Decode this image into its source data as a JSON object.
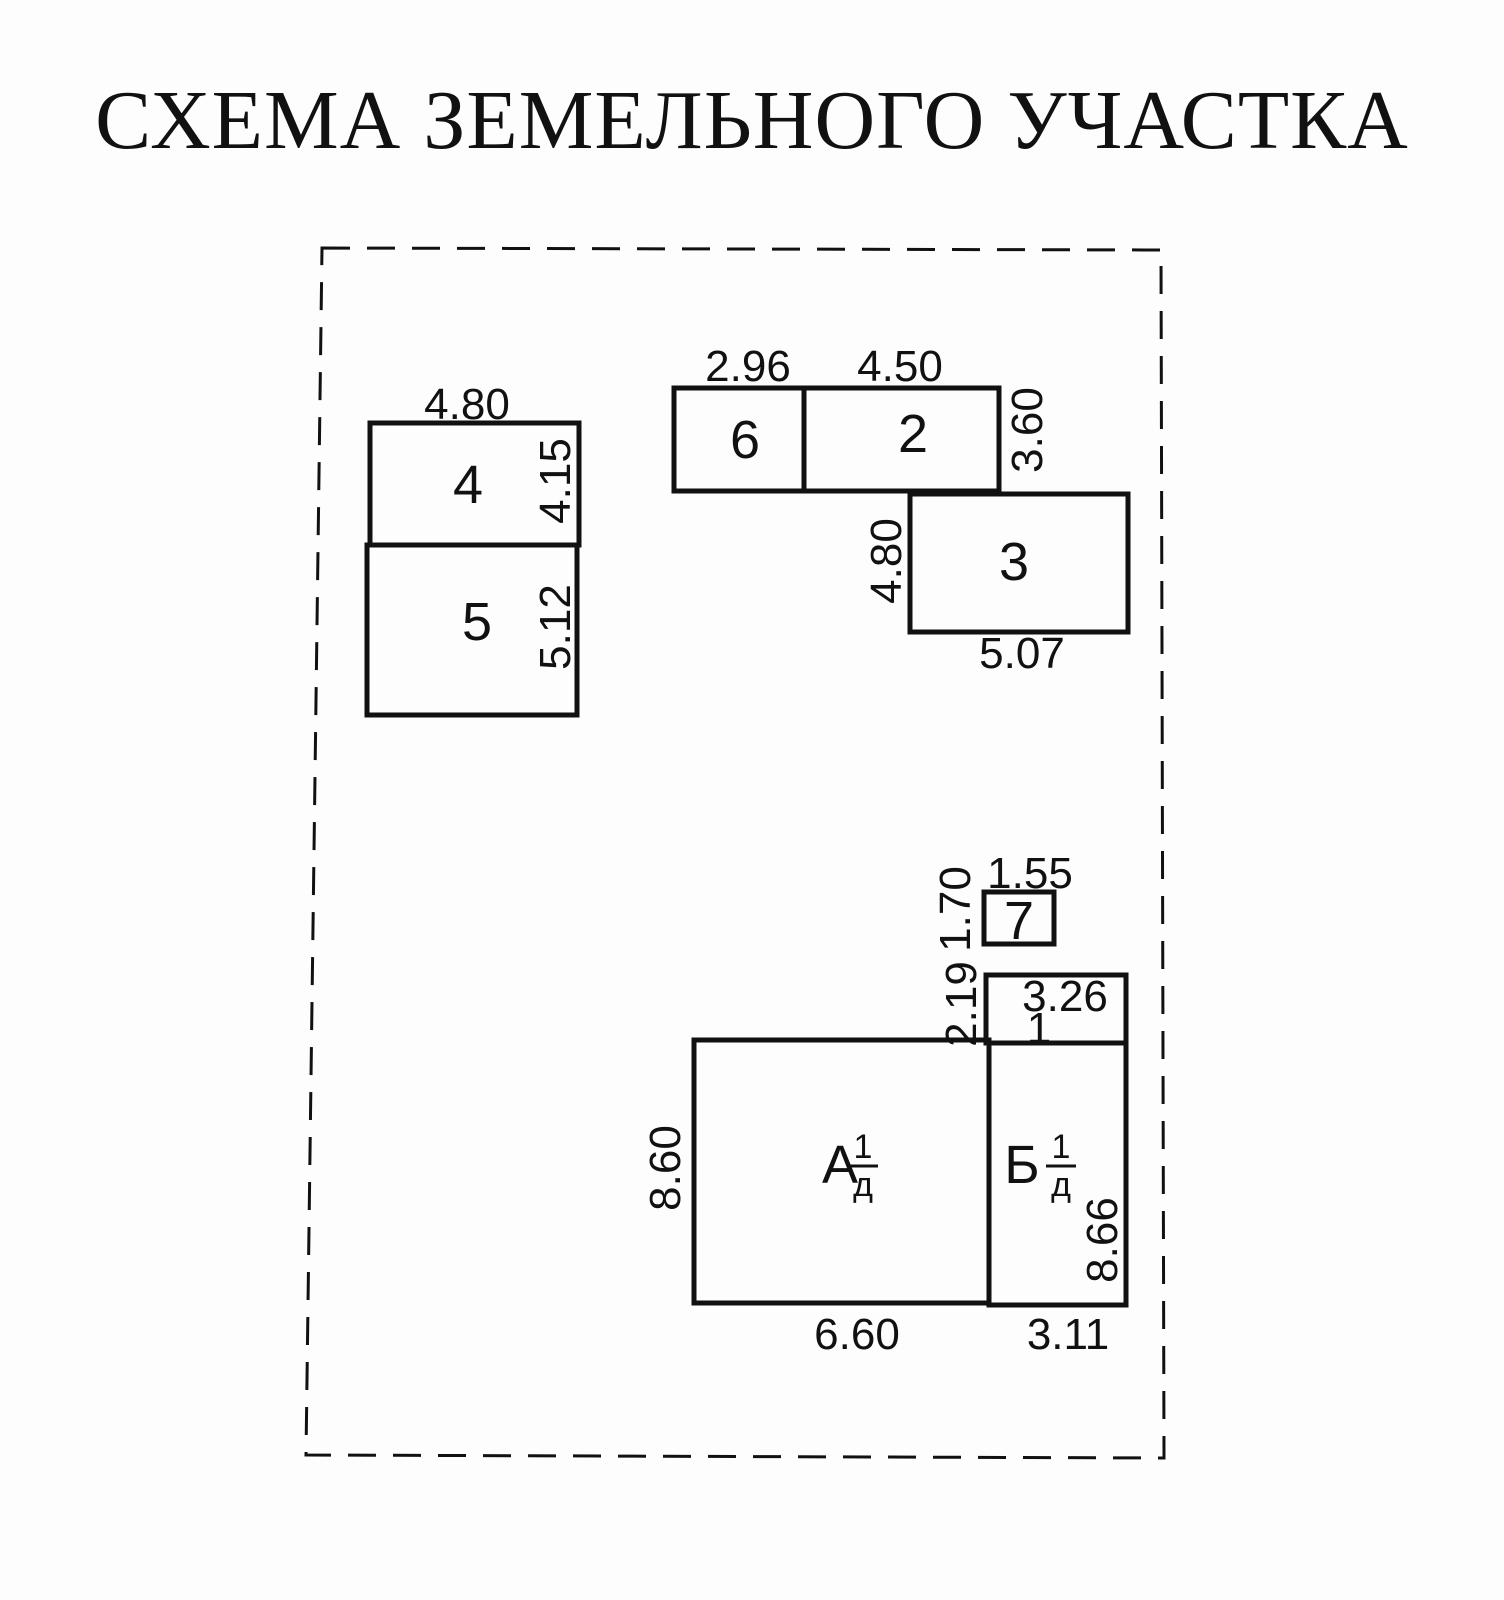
{
  "title": "СХЕМА ЗЕМЕЛЬНОГО УЧАСТКА",
  "buildings": {
    "b4": {
      "label": "4",
      "width": "4.80",
      "height": "4.15"
    },
    "b5": {
      "label": "5",
      "height": "5.12"
    },
    "b6": {
      "label": "6",
      "width": "2.96"
    },
    "b2": {
      "label": "2",
      "width": "4.50",
      "height": "3.60"
    },
    "b3": {
      "label": "3",
      "width": "5.07",
      "height": "4.80"
    },
    "b7": {
      "label": "7",
      "width": "1.55",
      "height": "1.70"
    },
    "b1": {
      "label": "1",
      "width": "3.26",
      "height": "2.19"
    },
    "bA": {
      "label": "А",
      "superscript": "1",
      "subscript": "д",
      "width": "6.60",
      "height": "8.60"
    },
    "bB": {
      "label": "Б",
      "superscript": "1",
      "subscript": "д",
      "width": "3.11",
      "height": "8.66"
    }
  },
  "colors": {
    "ink": "#111111",
    "background": "#fdfdfd"
  }
}
